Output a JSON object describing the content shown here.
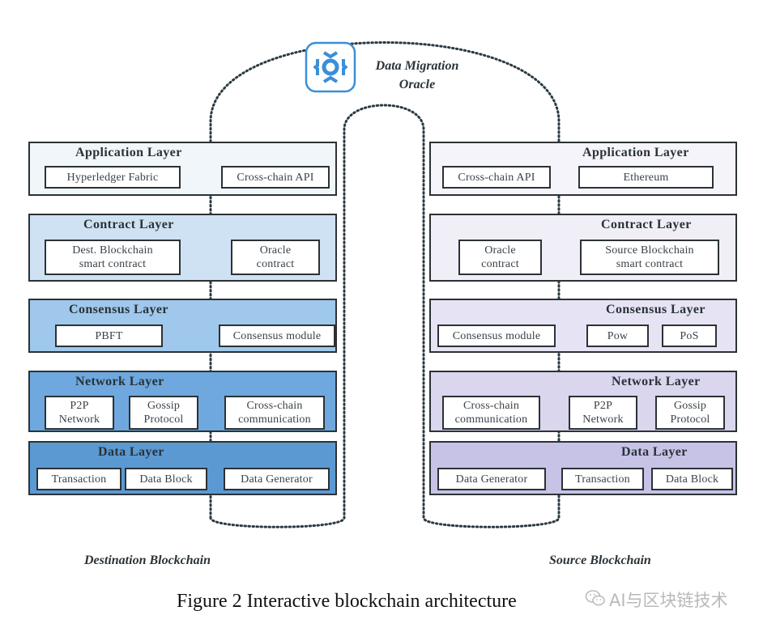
{
  "oracle": {
    "icon": "gear-cog-icon",
    "label_line1": "Data Migration",
    "label_line2": "Oracle",
    "icon_color": "#3a8fd8"
  },
  "destination": {
    "label": "Destination Blockchain",
    "layers": [
      {
        "title": "Application Layer",
        "color": "#f1f6fa",
        "components": [
          "Hyperledger Fabric",
          "Cross-chain API"
        ]
      },
      {
        "title": "Contract Layer",
        "color": "#cfe2f4",
        "components": [
          "Dest. Blockchain\nsmart contract",
          "Oracle\ncontract"
        ]
      },
      {
        "title": "Consensus Layer",
        "color": "#9fc8ec",
        "components": [
          "PBFT",
          "Consensus module"
        ]
      },
      {
        "title": "Network Layer",
        "color": "#6ea8df",
        "components": [
          "P2P\nNetwork",
          "Gossip\nProtocol",
          "Cross-chain\ncommunication"
        ]
      },
      {
        "title": "Data Layer",
        "color": "#5b99d3",
        "components": [
          "Transaction",
          "Data Block",
          "Data Generator"
        ]
      }
    ]
  },
  "source": {
    "label": "Source Blockchain",
    "layers": [
      {
        "title": "Application Layer",
        "color": "#f5f4fa",
        "components": [
          "Cross-chain API",
          "Ethereum"
        ]
      },
      {
        "title": "Contract Layer",
        "color": "#f0eff8",
        "components": [
          "Oracle\ncontract",
          "Source Blockchain\nsmart contract"
        ]
      },
      {
        "title": "Consensus Layer",
        "color": "#e6e4f4",
        "components": [
          "Consensus module",
          "Pow",
          "PoS"
        ]
      },
      {
        "title": "Network Layer",
        "color": "#d9d6ee",
        "components": [
          "Cross-chain\ncommunication",
          "P2P\nNetwork",
          "Gossip\nProtocol"
        ]
      },
      {
        "title": "Data Layer",
        "color": "#c6c3e6",
        "components": [
          "Data Generator",
          "Transaction",
          "Data Block"
        ]
      }
    ]
  },
  "caption": "Figure 2 Interactive blockchain architecture",
  "watermark": {
    "icon": "wechat-icon",
    "text": "AI与区块链技术"
  }
}
